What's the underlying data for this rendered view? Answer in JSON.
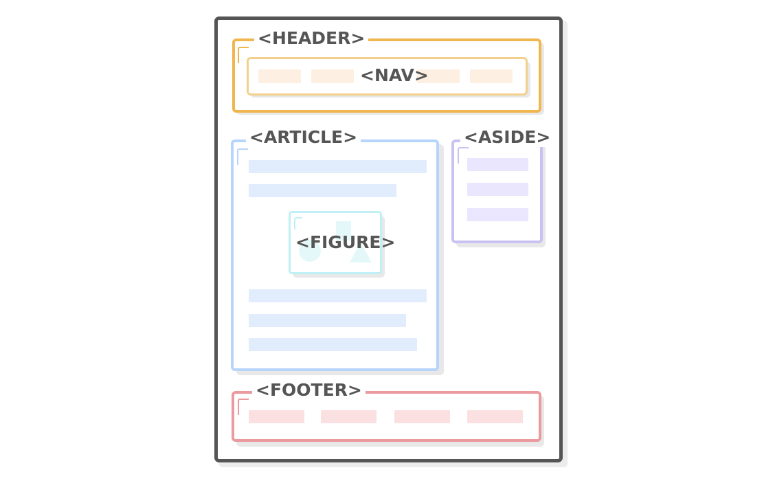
{
  "title": "",
  "colors": {
    "page_border": "#555555",
    "header": "#f0b64f",
    "nav": "#f3cf8c",
    "nav_bar": "#fdf0e2",
    "article": "#b7d4fb",
    "article_bar": "#e1edfd",
    "figure": "#bff0f5",
    "aside": "#c8c2f2",
    "aside_bar": "#e9e6fd",
    "footer": "#eb9aa0",
    "footer_bar": "#fbe0e2",
    "label_text": "#555555"
  },
  "labels": {
    "header": "<HEADER>",
    "nav": "<NAV>",
    "article": "<ARTICLE>",
    "figure": "<FIGURE>",
    "aside": "<ASIDE>",
    "footer": "<FOOTER>"
  }
}
